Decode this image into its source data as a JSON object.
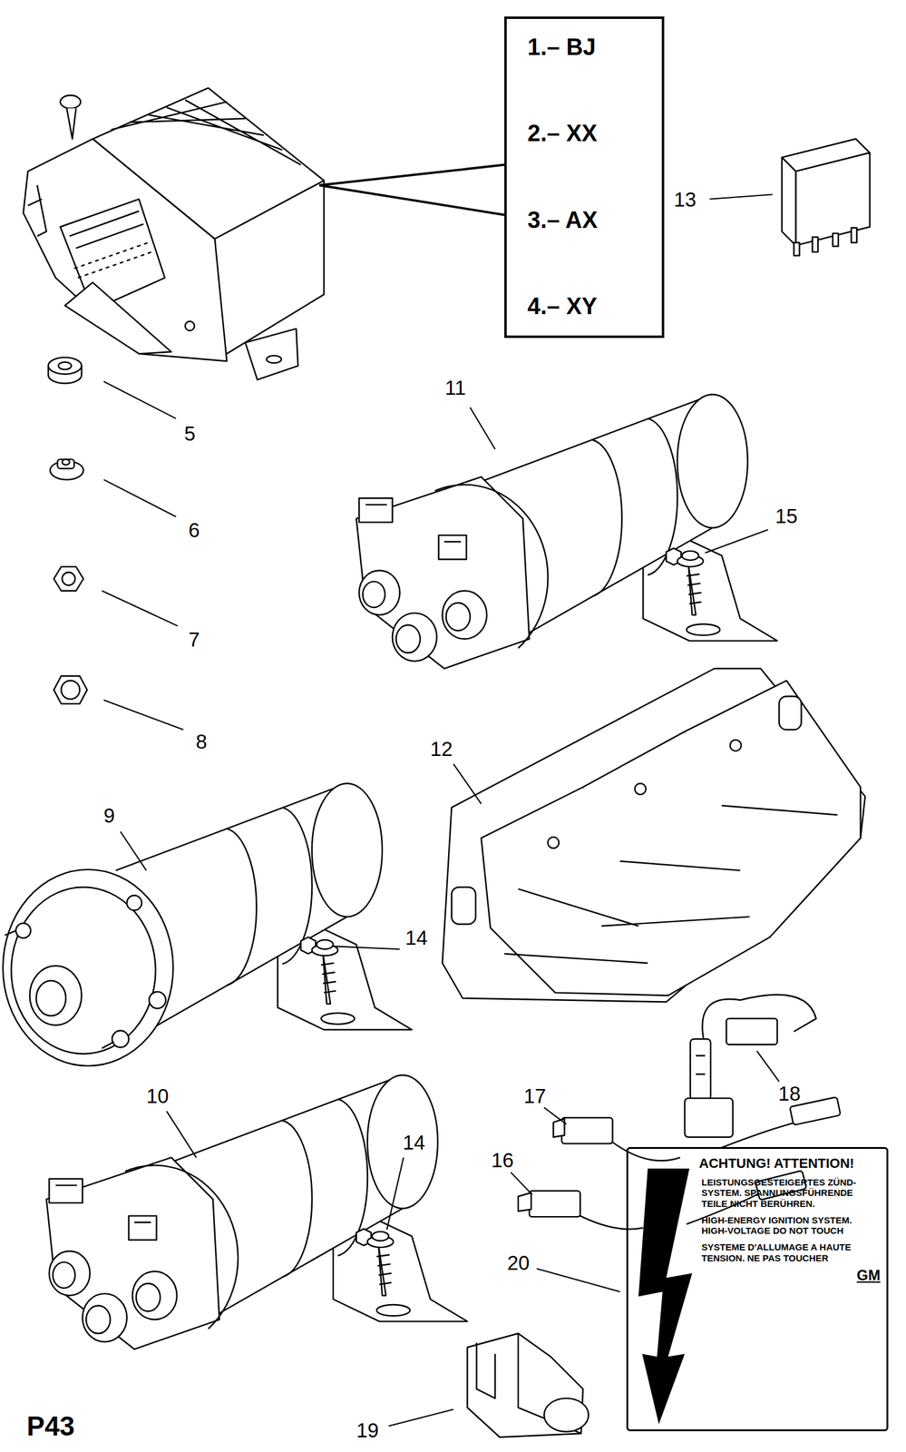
{
  "diagram": {
    "nodes": [
      {
        "text": [
          "1.– BJ",
          "2.– XX",
          "3.– AX",
          "4.– XY"
        ]
      },
      {
        "text": [
          "ACHTUNG! ATTENTION!",
          "LEISTUNGSGESTEIGERTES ZÜND- SYSTEM. SPANNUNGSFÜHRENDE TEILE NICHT BERÜHREN.",
          "HIGH-ENERGY IGNITION SYSTEM. HIGH-VOLTAGE DO NOT TOUCH",
          "SYSTEME D'ALLUMAGE A HAUTE TENSION. NE PAS TOUCHER",
          "GM"
        ]
      }
    ],
    "labels": [
      "13",
      "11",
      "15",
      "5",
      "6",
      "7",
      "8",
      "12",
      "9",
      "14",
      "10",
      "14",
      "17",
      "18",
      "16",
      "20",
      "19",
      "P43"
    ]
  }
}
